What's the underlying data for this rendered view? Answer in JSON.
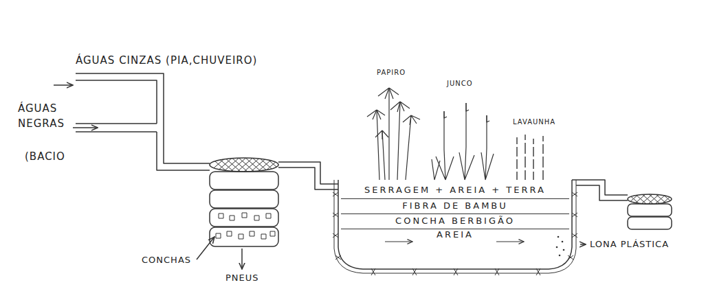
{
  "diagram": {
    "nodes": [
      {
        "text": [
          "SERRAGEM + AREIA + TERRA"
        ]
      },
      {
        "text": [
          "FIBRA DE BAMBU"
        ]
      },
      {
        "text": [
          "CONCHA BERBIGÃO"
        ]
      },
      {
        "text": [
          "AREIA"
        ]
      }
    ],
    "labels": [
      "ÁGUAS CINZAS (PIA,CHUVEIRO)",
      "ÁGUAS",
      "NEGRAS",
      "(BACIO",
      "CONCHAS",
      "PNEUS",
      "PAPIRO",
      "JUNCO",
      "LAVAUNHA",
      "LONA PLÁSTICA"
    ]
  }
}
